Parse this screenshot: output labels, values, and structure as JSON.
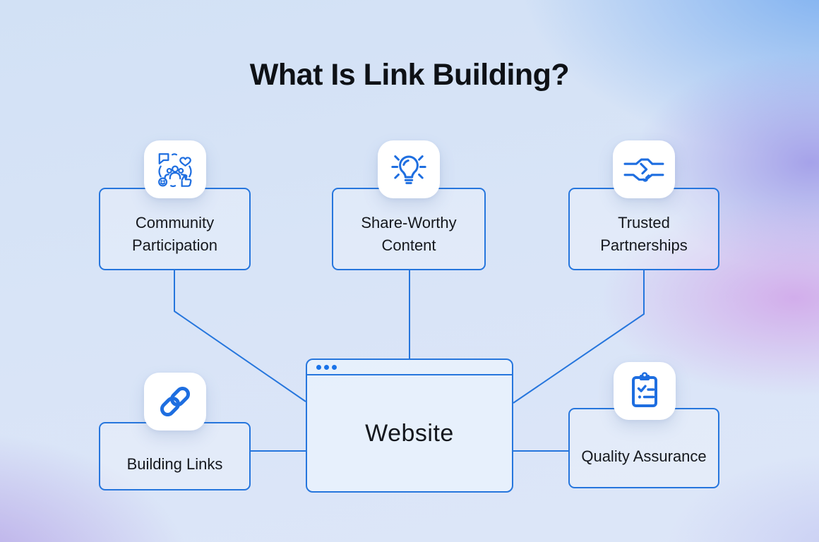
{
  "page": {
    "title": "What Is Link Building?"
  },
  "nodes": [
    {
      "id": "community-participation",
      "label": "Community Participation",
      "icon": "community-icon"
    },
    {
      "id": "share-worthy-content",
      "label": "Share-Worthy Content",
      "icon": "lightbulb-icon"
    },
    {
      "id": "trusted-partnerships",
      "label": "Trusted Partnerships",
      "icon": "handshake-icon"
    },
    {
      "id": "building-links",
      "label": "Building Links",
      "icon": "chain-link-icon"
    },
    {
      "id": "quality-assurance",
      "label": "Quality Assurance",
      "icon": "clipboard-checklist-icon"
    }
  ],
  "center_node": {
    "label": "Website",
    "type": "browser-window",
    "toolbar_dots": 3
  },
  "edges": [
    {
      "from": "community-participation",
      "to": "website"
    },
    {
      "from": "share-worthy-content",
      "to": "website"
    },
    {
      "from": "trusted-partnerships",
      "to": "website"
    },
    {
      "from": "building-links",
      "to": "website"
    },
    {
      "from": "website",
      "to": "quality-assurance"
    }
  ],
  "colors": {
    "accent_blue": "#2273e3",
    "box_border": "#2676dd",
    "icon_blue": "#1e6ee0",
    "dot_blue": "#1a73e8",
    "text_dark": "#15181e",
    "title_dark": "#0e1116"
  }
}
